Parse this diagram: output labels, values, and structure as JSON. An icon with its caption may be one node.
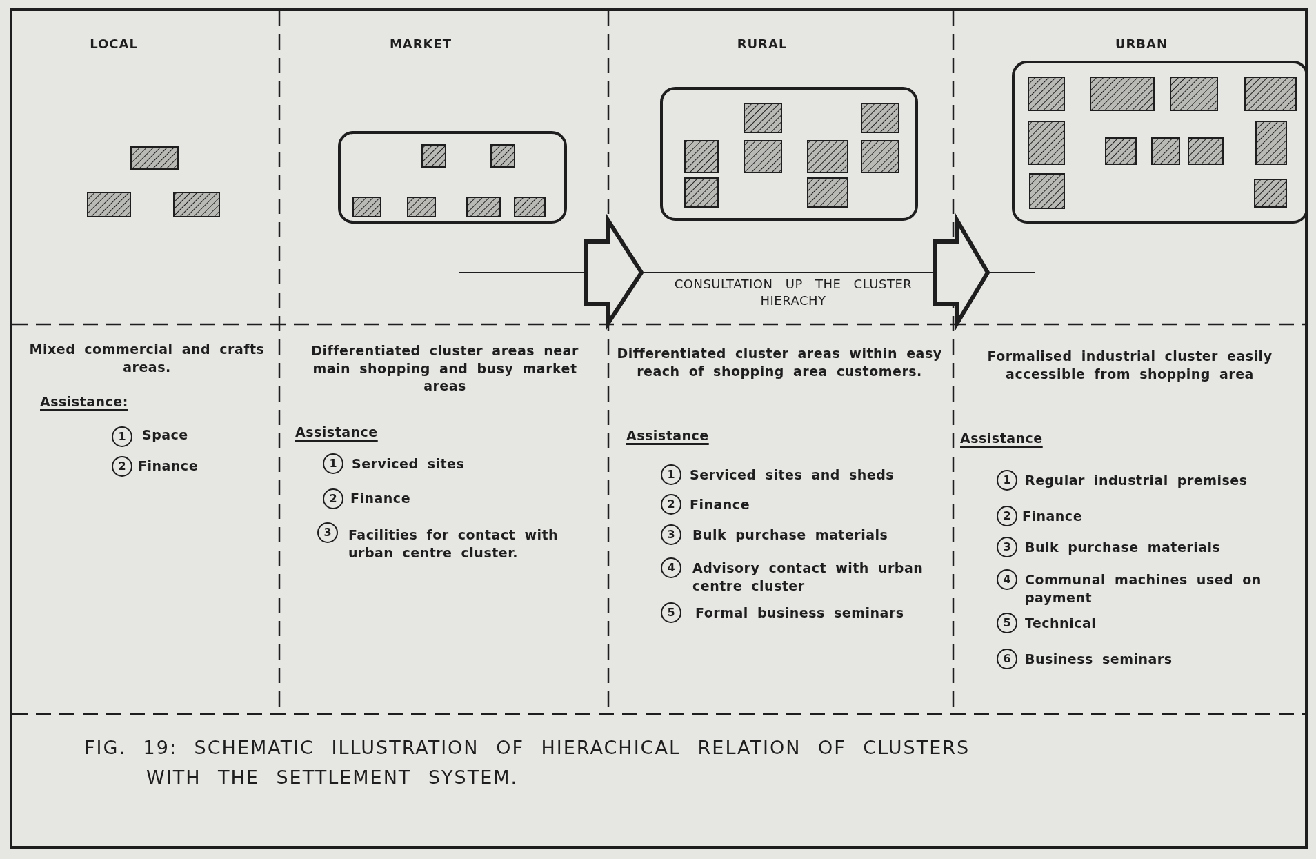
{
  "diagram": {
    "caption": "FIG. 19: SCHEMATIC ILLUSTRATION OF HIERACHICAL RELATION OF CLUSTERS WITH THE SETTLEMENT SYSTEM.",
    "nodes": [
      {
        "text": [],
        "shape": "box"
      },
      {
        "text": [],
        "shape": "box"
      },
      {
        "text": [],
        "shape": "box"
      }
    ],
    "edges": [],
    "labels": [
      "LOCAL",
      "MARKET",
      "RURAL",
      "URBAN",
      "CONSULTATION UP THE CLUSTER HIERACHY",
      "Mixed commercial and crafts areas.",
      "Assistance:",
      "1",
      "Space",
      "2",
      "Finance",
      "Differentiated cluster areas near main shopping and busy market areas",
      "Assistance",
      "1",
      "Serviced sites",
      "2",
      "Finance",
      "3",
      "Facilities for contact with urban centre cluster.",
      "Differentiated cluster areas within easy reach of shopping area customers.",
      "Assistance",
      "1",
      "Serviced sites and sheds",
      "2",
      "Finance",
      "3",
      "Bulk purchase materials",
      "4",
      "Advisory contact with urban centre cluster",
      "5",
      "Formal business seminars",
      "Formalised industrial cluster easily accessible from shopping area",
      "Assistance",
      "1",
      "Regular industrial premises",
      "2",
      "Finance",
      "3",
      "Bulk purchase materials",
      "4",
      "Communal machines used on payment",
      "5",
      "Technical",
      "6",
      "Business seminars"
    ]
  }
}
